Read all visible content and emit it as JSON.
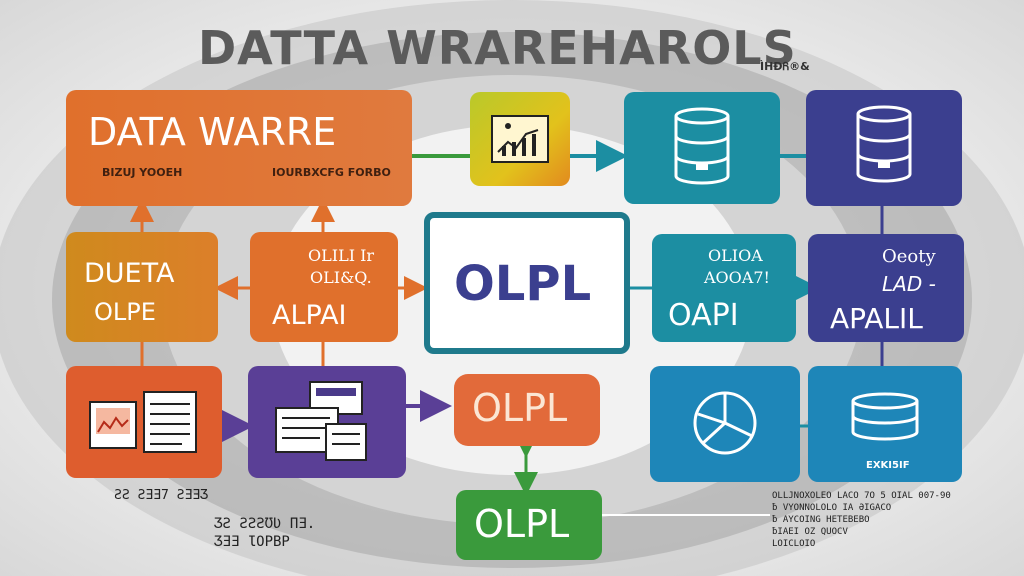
{
  "title": "DATTA WRAREHAROLS",
  "subtitle": "ÌHÐᏲ®&",
  "nodes": {
    "data_warre": {
      "title": "DATA WARRE",
      "sub_left": "BIZUJ YOOEH",
      "sub_right": "IOURBXCFG FORBO"
    },
    "dueta_olpe": {
      "line1": "DUETA",
      "line2": "OLPE"
    },
    "alpai": {
      "small1": "OLILI Ir",
      "small2": "OLI&Q.",
      "main": "ALPAI"
    },
    "olpl_center": {
      "label": "OLPL"
    },
    "olpl_orange": {
      "label": "OLPL"
    },
    "olpl_green": {
      "label": "OLPL"
    },
    "oapi": {
      "small1": "OLIOA",
      "small2": "AOOA7!",
      "main": "OAPI"
    },
    "apalil": {
      "small1": "Oeoty",
      "small2": "LAD -",
      "main": "APALIL"
    },
    "db_small_label": "EXKI5IF"
  },
  "notes": {
    "bottom_left_1": "ƧƧ ƧƎƎ7 ƧƎƎƷ",
    "bottom_left_2": "ƷƧ ƧƧƧƱƲ  ΠƎ.",
    "bottom_left_3": "ƷƎƎ  ƖOPBP",
    "bottom_right": [
      "OLLJNOXOLEO LACO 7O 5 OIAL 007-90",
      "ƀ VYONNOLOLO IA ƏIGACO",
      "ƀ AYCOING HETEBEBO",
      "ƀIAEI OZ QUOCV",
      "LOICLOIO"
    ]
  },
  "colors": {
    "orange": "#e0702c",
    "orange_dark": "#d0632a",
    "orange_light": "#e07a3e",
    "purple": "#5a3f96",
    "indigo": "#3b3f8f",
    "teal": "#1c8ea2",
    "blue": "#1e86b8",
    "green": "#3a9a3c",
    "gold": "#cf8a1d"
  }
}
